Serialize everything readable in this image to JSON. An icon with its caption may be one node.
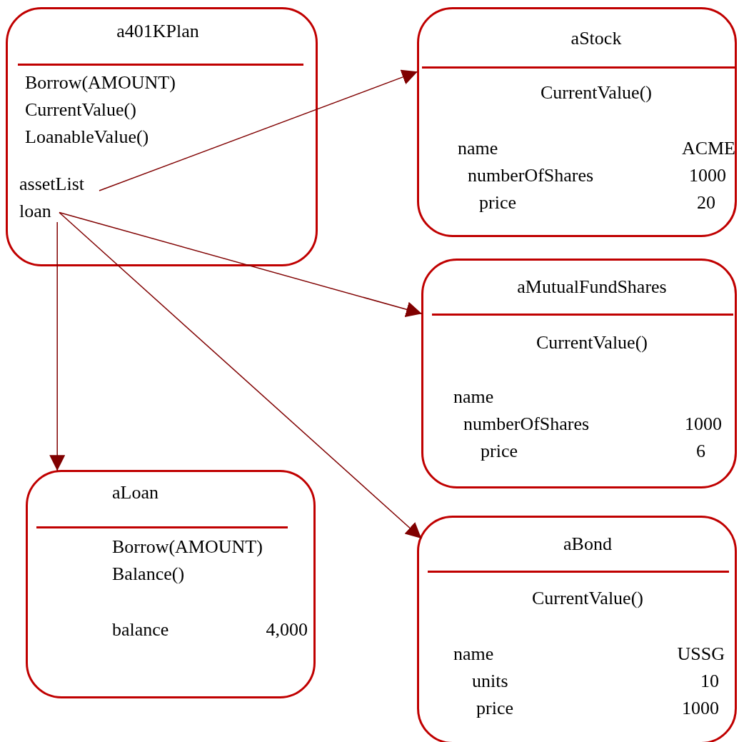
{
  "diagram": {
    "nodes": [
      {
        "text": [
          "a401KPlan",
          "Borrow(AMOUNT)",
          "CurrentValue()",
          "LoanableValue()"
        ]
      },
      {
        "text": [
          "assetList"
        ],
        "in": 0
      },
      {
        "text": [
          "loan"
        ],
        "in": 0
      },
      {
        "text": [
          "aStock",
          "CurrentValue()",
          "name",
          "ACME",
          "numberOfShares",
          "1000",
          "price",
          "20"
        ]
      },
      {
        "text": [
          "aMutualFundShares",
          "CurrentValue()",
          "name",
          "numberOfShares",
          "1000",
          "price",
          "6"
        ]
      },
      {
        "text": [
          "aLoan",
          "Borrow(AMOUNT)",
          "Balance()",
          "balance",
          "4,000"
        ]
      },
      {
        "text": [
          "aBond",
          "CurrentValue()",
          "name",
          "USSG",
          "units",
          "10",
          "price",
          "1000"
        ]
      }
    ],
    "edges": [
      {
        "from": 1,
        "to": 3,
        "arrow": "to"
      },
      {
        "from": 2,
        "to": 4,
        "arrow": "to"
      },
      {
        "from": 2,
        "to": 6,
        "arrow": "to"
      },
      {
        "from": 2,
        "to": 5,
        "arrow": "to"
      }
    ]
  }
}
